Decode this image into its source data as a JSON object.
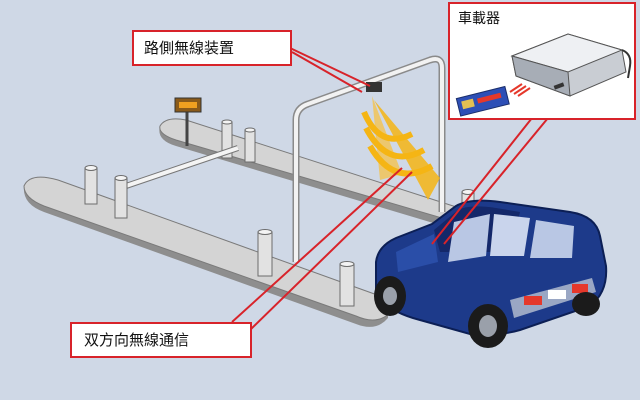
{
  "labels": {
    "roadside_unit": "路側無線装置",
    "onboard_unit": "車載器",
    "dsrc": "双方向無線通信"
  },
  "colors": {
    "background": "#cfd8e6",
    "callout_border": "#d8232a",
    "island_top": "#d4d4d4",
    "island_side": "#8e8e8e",
    "car_body": "#1d3a8a",
    "wave": "#f5b514"
  },
  "icons": {
    "antenna": "antenna-icon",
    "car": "car-icon",
    "etc_card": "card-icon",
    "onboard_device": "device-icon"
  }
}
